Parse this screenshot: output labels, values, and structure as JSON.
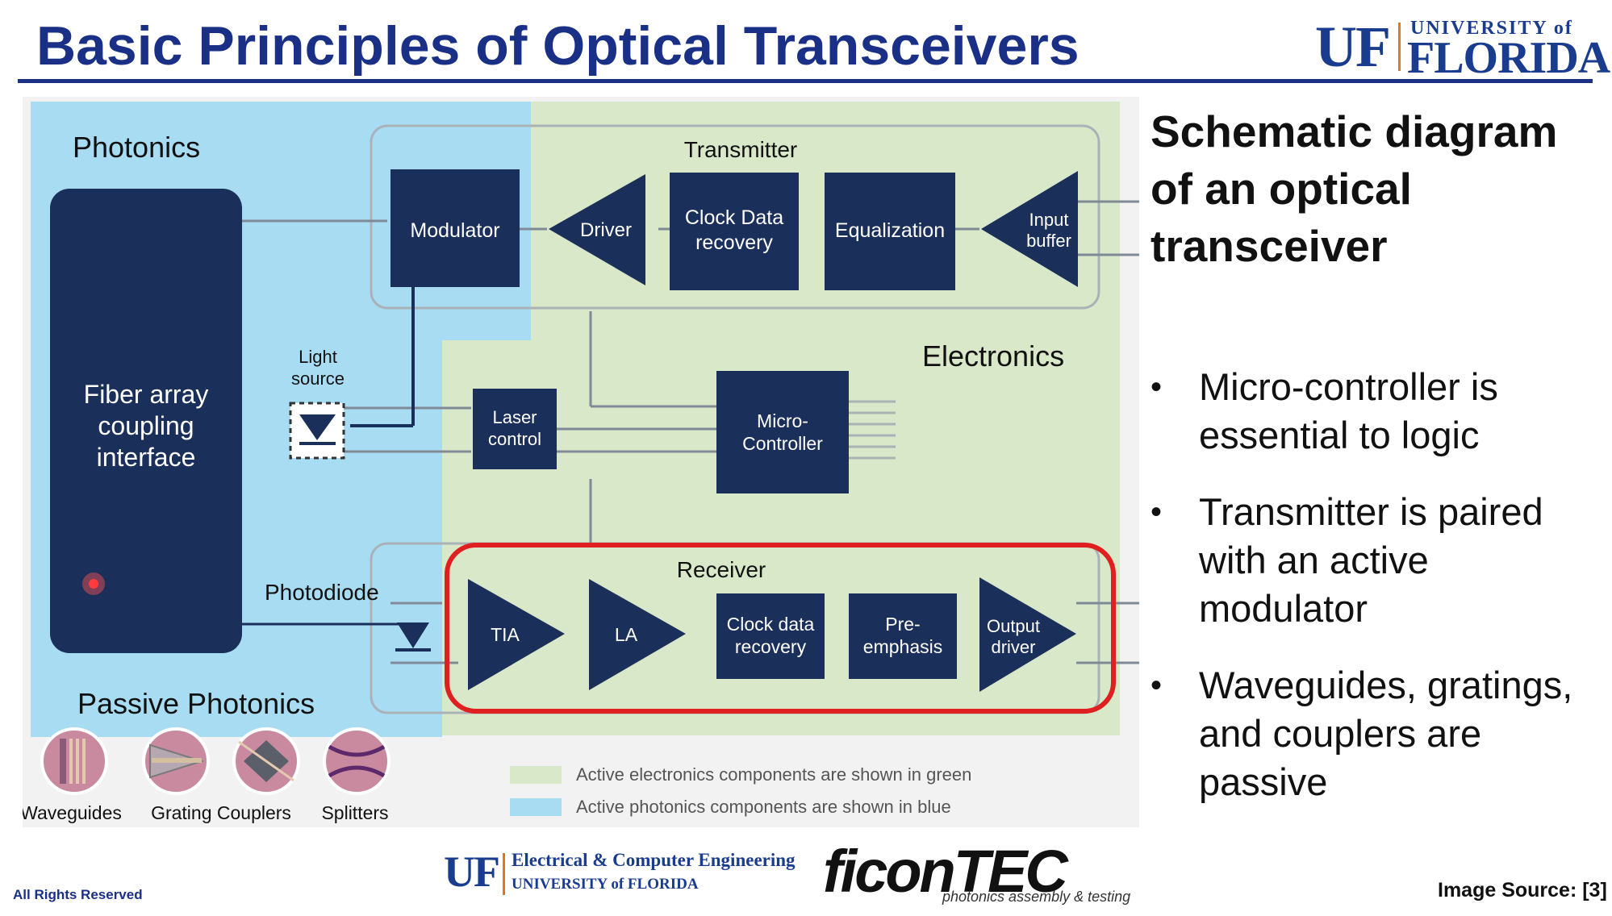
{
  "slide": {
    "title": "Basic Principles of Optical Transceivers"
  },
  "uf_logo": {
    "letters": "UF",
    "university": "UNIVERSITY of",
    "florida": "FLORIDA"
  },
  "diagram": {
    "regions": {
      "photonics": "Photonics",
      "electronics": "Electronics",
      "passive_photonics": "Passive Photonics"
    },
    "groups": {
      "transmitter": "Transmitter",
      "receiver": "Receiver"
    },
    "blocks": {
      "fiber_array": [
        "Fiber array",
        "coupling",
        "interface"
      ],
      "modulator": "Modulator",
      "driver": "Driver",
      "clock_data_recovery_tx": [
        "Clock Data",
        "recovery"
      ],
      "equalization": "Equalization",
      "input_buffer": [
        "Input",
        "buffer"
      ],
      "light_source": [
        "Light",
        "source"
      ],
      "laser_control": [
        "Laser",
        "control"
      ],
      "micro_controller": [
        "Micro-",
        "Controller"
      ],
      "photodiode": "Photodiode",
      "tia": "TIA",
      "la": "LA",
      "clock_data_recovery_rx": [
        "Clock data",
        "recovery"
      ],
      "pre_emphasis": [
        "Pre-",
        "emphasis"
      ],
      "output_driver": [
        "Output",
        "driver"
      ]
    },
    "passive_items": [
      "Waveguides",
      "Grating Couplers",
      "Splitters"
    ],
    "legend": [
      {
        "label": "Active electronics components are shown in green",
        "color": "#d9e8c8"
      },
      {
        "label": "Active photonics components are shown in blue",
        "color": "#a8dcf2"
      }
    ],
    "colors": {
      "photonics_blue": "#a8dcf2",
      "electronics_green": "#d9e8c8",
      "block_navy": "#1b2f5b",
      "highlight_red": "#e02020"
    }
  },
  "side": {
    "heading": "Schematic diagram of an optical transceiver",
    "bullets": [
      "Micro-controller is essential to logic",
      "Transmitter is paired with an active modulator",
      "Waveguides, gratings, and couplers are passive"
    ]
  },
  "footer": {
    "rights": "All Rights Reserved",
    "source": "Image Source: [3]",
    "ece_letters": "UF",
    "ece_line1": "Electrical & Computer Engineering",
    "ece_line2": "UNIVERSITY of FLORIDA",
    "ficontec_name": "ficonTEC",
    "ficontec_tagline": "photonics assembly & testing"
  }
}
